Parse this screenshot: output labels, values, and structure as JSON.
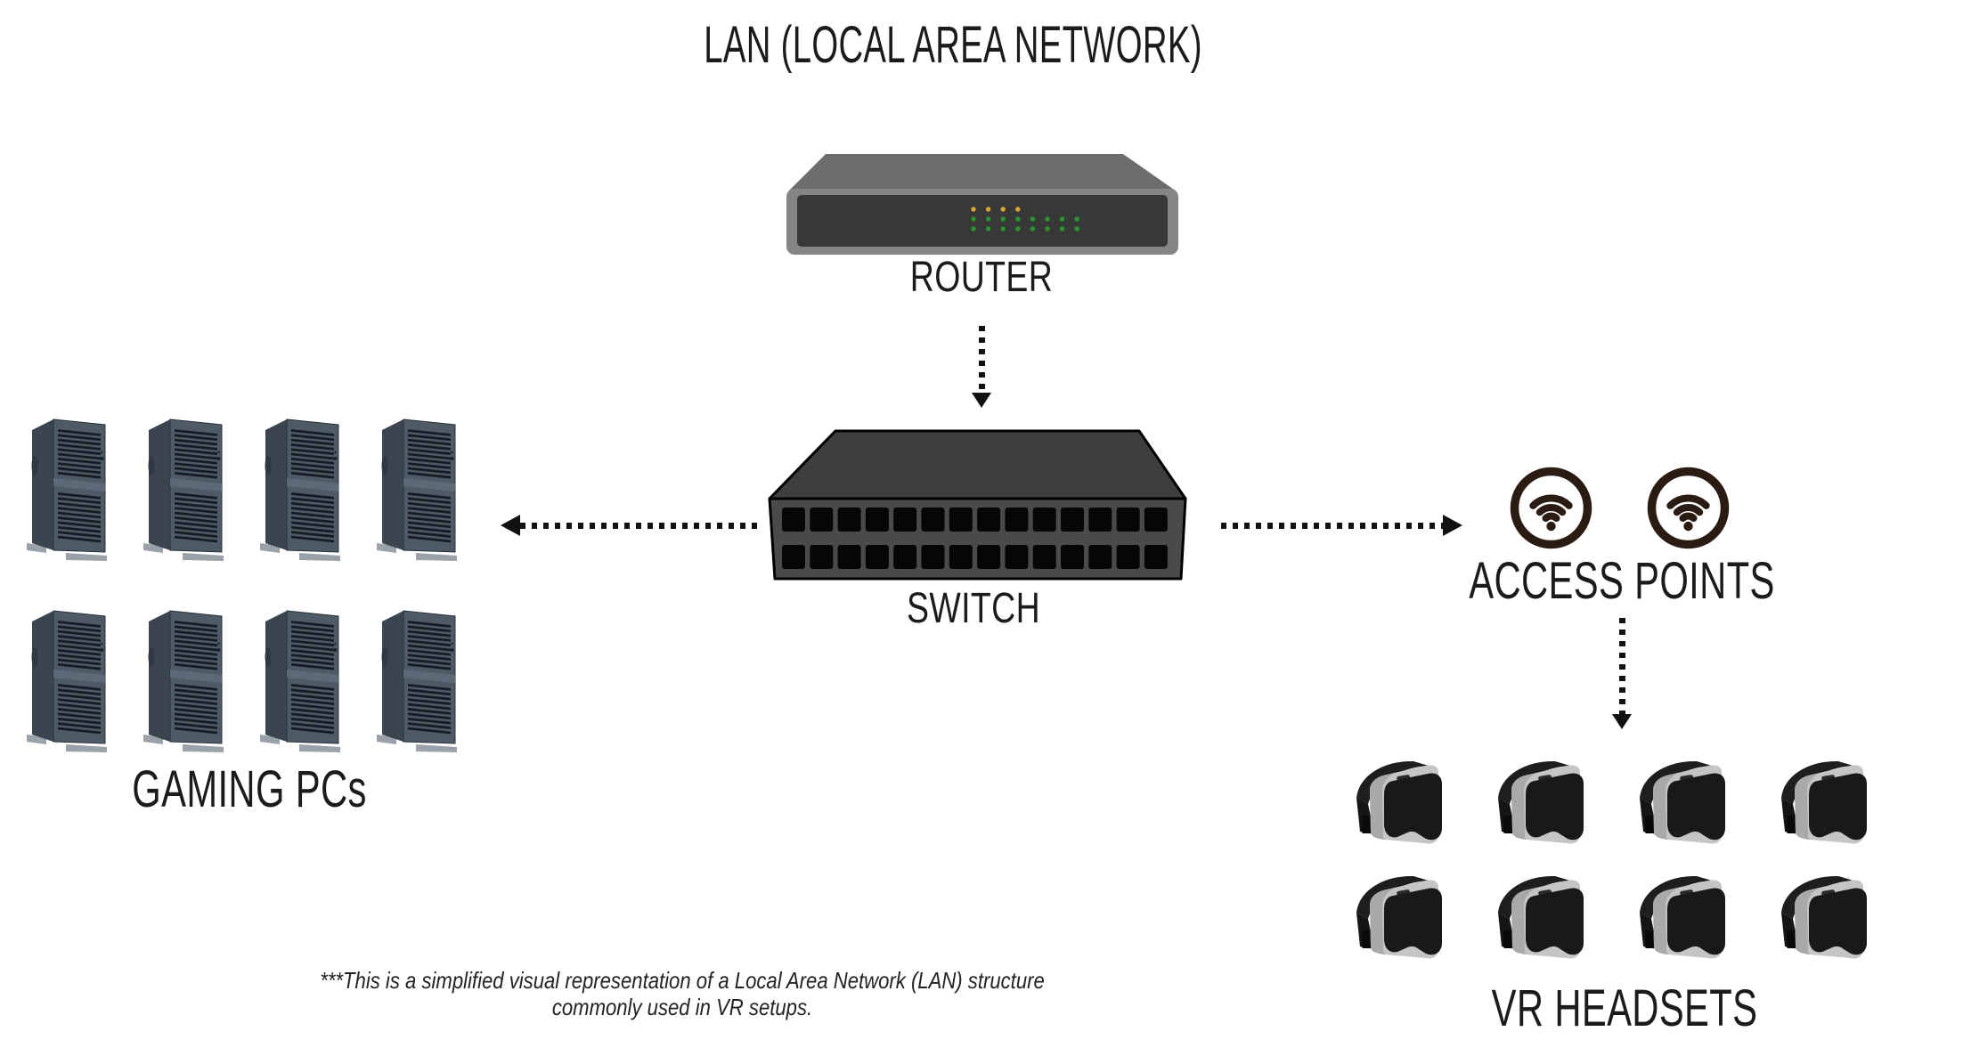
{
  "title": "LAN (LOCAL AREA NETWORK)",
  "router": {
    "label": "ROUTER",
    "leds": {
      "orange_count": 4,
      "green_rows": 2,
      "green_per_row": 8
    }
  },
  "switch": {
    "label": "SWITCH",
    "port_rows": 2,
    "ports_per_row": 14
  },
  "gaming_pcs": {
    "label": "GAMING PCs",
    "count": 8,
    "columns": 4
  },
  "access_points": {
    "label": "ACCESS POINTS",
    "count": 2
  },
  "vr_headsets": {
    "label": "VR HEADSETS",
    "count": 8,
    "columns": 4
  },
  "footnote": {
    "line1": "***This is a simplified visual representation of a Local Area Network (LAN) structure",
    "line2": "commonly used in VR setups."
  },
  "connections": [
    {
      "from": "router",
      "to": "switch",
      "direction": "down",
      "style": "dotted-arrow"
    },
    {
      "from": "switch",
      "to": "gaming_pcs",
      "direction": "left",
      "style": "dotted-arrow"
    },
    {
      "from": "switch",
      "to": "access_points",
      "direction": "right",
      "style": "dotted-arrow"
    },
    {
      "from": "access_points",
      "to": "vr_headsets",
      "direction": "down",
      "style": "dotted-arrow"
    }
  ],
  "icons": {
    "router": "router-device-icon",
    "switch": "switch-device-icon",
    "gaming_pc": "pc-tower-icon",
    "access_point": "wifi-icon",
    "vr_headset": "vr-headset-icon"
  },
  "colors": {
    "background": "#ffffff",
    "text": "#1b1b1b",
    "arrow": "#111111",
    "router_top": "#6d6d6d",
    "router_body": "#858585",
    "router_panel": "#383838",
    "led_orange": "#d9a833",
    "led_green": "#28962b",
    "switch_top": "#3e3e3e",
    "switch_front": "#4a4a4a",
    "switch_port": "#060606",
    "switch_outline": "#000000",
    "pc_front": "#4e5a66",
    "pc_side": "#3a4550",
    "pc_vent": "#151c24",
    "wifi": "#2a1b13",
    "headset_body": "#c5c5c5",
    "headset_face": "#191919",
    "headset_strap": "#1e1e1e"
  }
}
